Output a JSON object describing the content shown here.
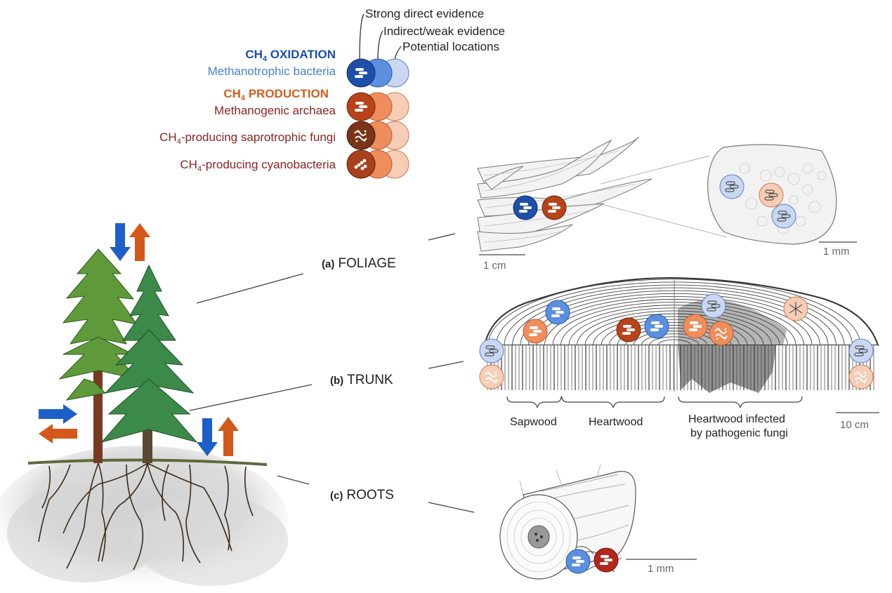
{
  "legend": {
    "headers": [
      "Strong direct evidence",
      "Indirect/weak evidence",
      "Potential locations"
    ],
    "groups": [
      {
        "title_main": "CH",
        "title_sub": "4",
        "title_rest": " OXIDATION",
        "lines": [
          {
            "text": "Methanotrophic bacteria",
            "key": "mb"
          }
        ]
      },
      {
        "title_main": "CH",
        "title_sub": "4",
        "title_rest": " PRODUCTION",
        "lines": [
          {
            "text": "Methanogenic archaea",
            "key": "ma"
          },
          {
            "pre": "CH",
            "sub": "4",
            "text": "-producing saprotrophic fungi",
            "key": "sf"
          },
          {
            "pre": "CH",
            "sub": "4",
            "text": "-producing cyanobacteria",
            "key": "cy"
          }
        ]
      }
    ]
  },
  "sections": {
    "foliage": {
      "letter": "(a)",
      "name": "FOLIAGE"
    },
    "trunk": {
      "letter": "(b)",
      "name": "TRUNK"
    },
    "roots": {
      "letter": "(c)",
      "name": "ROOTS"
    }
  },
  "scalebars": {
    "foliage_left": "1 cm",
    "foliage_right": "1 mm",
    "trunk": "10 cm",
    "roots": "1 mm"
  },
  "trunk_labels": {
    "sapwood": "Sapwood",
    "heartwood": "Heartwood",
    "infected_1": "Heartwood infected",
    "infected_2": "by pathogenic fungi"
  },
  "colors": {
    "oxidation_strong": "#1f4fa8",
    "oxidation_weak": "#5b8fe0",
    "oxidation_potential": "#c9d7f2",
    "production_strong": "#b8431a",
    "production_weak": "#f08d5c",
    "production_potential": "#f7cdb5",
    "oxidation_text": "#1a4db5",
    "oxidation_sub_text": "#4a7fcf",
    "production_text": "#d45c1c",
    "production_sub_text": "#8b2323",
    "arrow_blue": "#1d5fc9",
    "arrow_orange": "#d4581a",
    "root_red": "#b3261e"
  }
}
